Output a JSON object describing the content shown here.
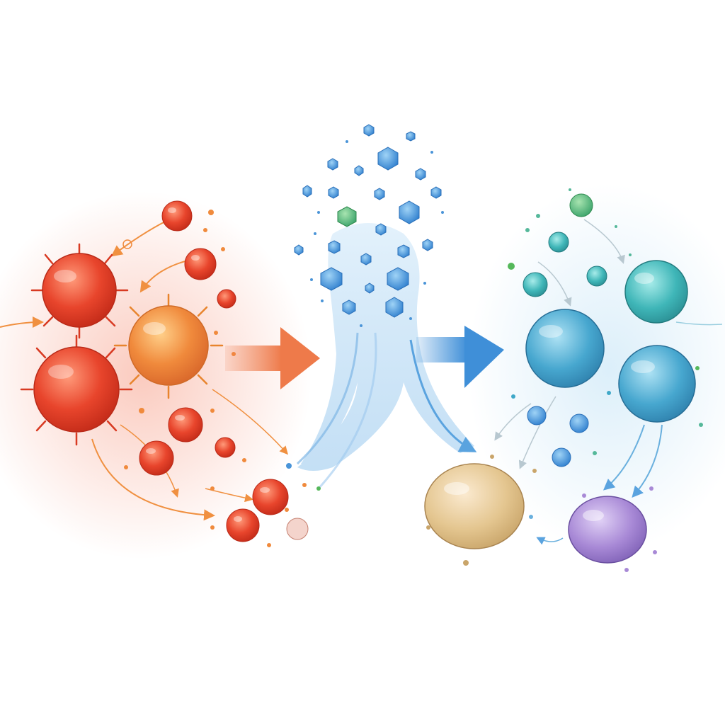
{
  "diagram": {
    "stages": [
      {
        "id": "inflammatory-cells",
        "colors": {
          "main": "#e8452c",
          "light": "#f7a08a",
          "accent": "#f08a3c"
        }
      },
      {
        "id": "signal-molecules",
        "colors": {
          "main": "#3f8fd8",
          "light": "#bfdcf5",
          "accent": "#55b85a"
        }
      },
      {
        "id": "resolved-cells",
        "colors": {
          "teal": "#3fb6b8",
          "blue": "#47a7cf",
          "beige": "#e4c690",
          "purple": "#a889d6"
        }
      }
    ],
    "arrows": [
      {
        "id": "arrow-to-signals",
        "color": "#ee7a4a"
      },
      {
        "id": "arrow-to-resolution",
        "color": "#3f8fd8"
      }
    ]
  }
}
